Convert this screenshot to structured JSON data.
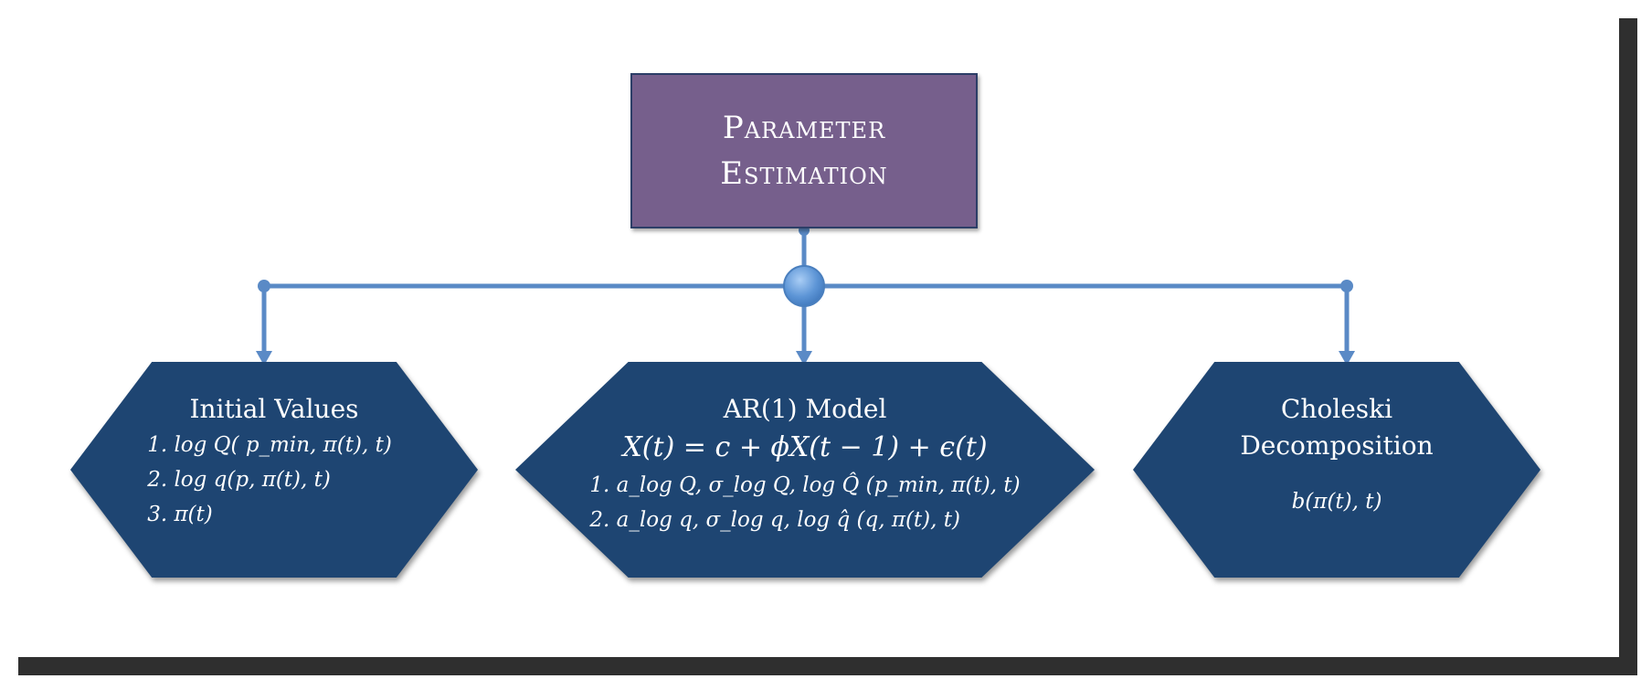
{
  "title": {
    "line1": "Parameter",
    "line2": "Estimation"
  },
  "left": {
    "title": "Initial Values",
    "items": [
      "1. log Q( p_min, π(t), t)",
      "2. log q(p, π(t), t)",
      "3. π(t)"
    ]
  },
  "middle": {
    "title": "AR(1) Model",
    "equation": "X(t) = c + ϕX(t − 1) + ϵ(t)",
    "items": [
      "1. a_log Q, σ_log Q, log Q̂ (p_min, π(t), t)",
      "2. a_log q, σ_log q, log q̂ (q, π(t), t)"
    ]
  },
  "right": {
    "title_line1": "Choleski",
    "title_line2": "Decomposition",
    "formula": "b(π(t), t)"
  },
  "colors": {
    "title_fill": "#765f8c",
    "hex_fill": "#1e4572",
    "connector": "#5a8ac6",
    "shadow": "#2f2f2f"
  }
}
